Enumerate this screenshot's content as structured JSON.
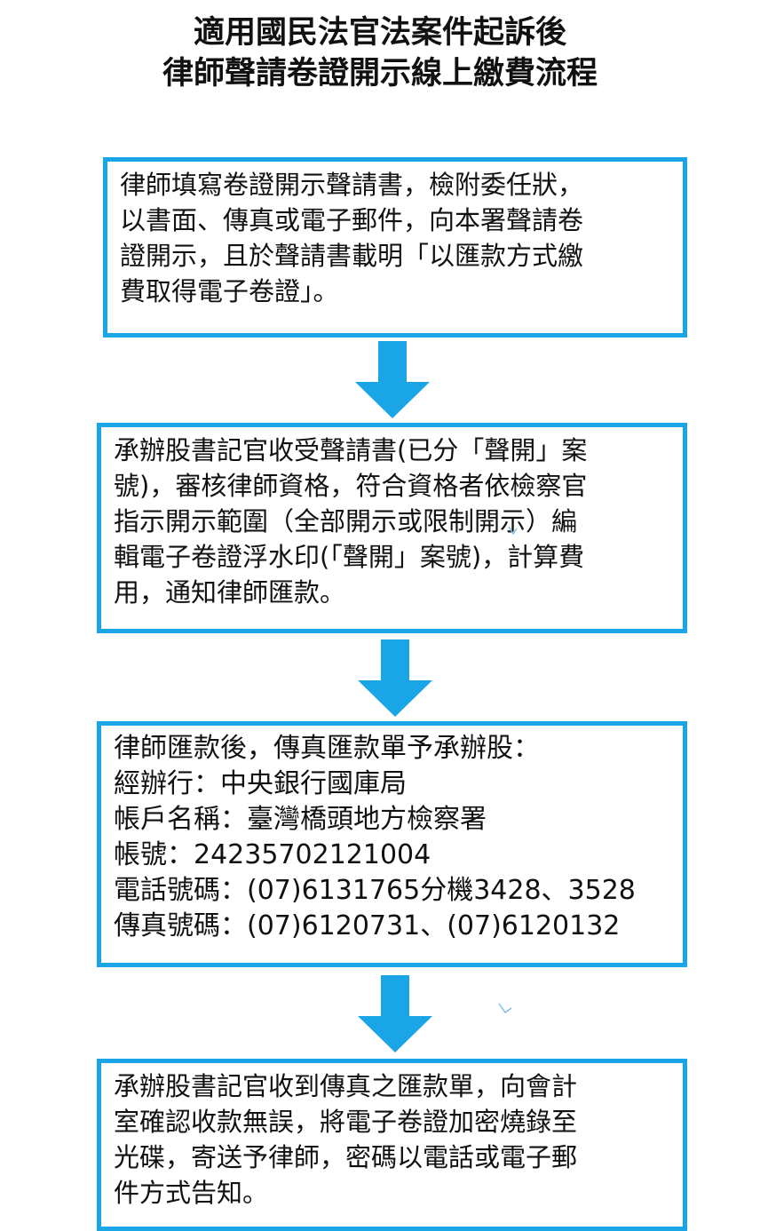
{
  "title": {
    "line1": "適用國民法官法案件起訴後",
    "line2": "律師聲請卷證開示線上繳費流程"
  },
  "colors": {
    "accent": "#1aa6e6"
  },
  "steps": [
    {
      "lines": [
        "律師填寫卷證開示聲請書，檢附委任狀，",
        "以書面、傳真或電子郵件，向本署聲請卷",
        "證開示，且於聲請書載明「以匯款方式繳",
        "費取得電子卷證」。"
      ]
    },
    {
      "lines": [
        "承辦股書記官收受聲請書(已分「聲開」案",
        "號)，審核律師資格，符合資格者依檢察官",
        "指示開示範圍（全部開示或限制開示）編",
        "輯電子卷證浮水印(「聲開」案號)，計算費",
        "用，通知律師匯款。"
      ]
    },
    {
      "lines": [
        "律師匯款後，傳真匯款單予承辦股：",
        "經辦行：中央銀行國庫局",
        "帳戶名稱：臺灣橋頭地方檢察署",
        "帳號：24235702121004",
        "電話號碼：(07)6131765分機3428、3528",
        "傳真號碼：(07)6120731、(07)6120132"
      ]
    },
    {
      "lines": [
        "承辦股書記官收到傳真之匯款單，向會計",
        "室確認收款無誤，將電子卷證加密燒錄至",
        "光碟，寄送予律師，密碼以電話或電子郵",
        "件方式告知。"
      ]
    }
  ]
}
